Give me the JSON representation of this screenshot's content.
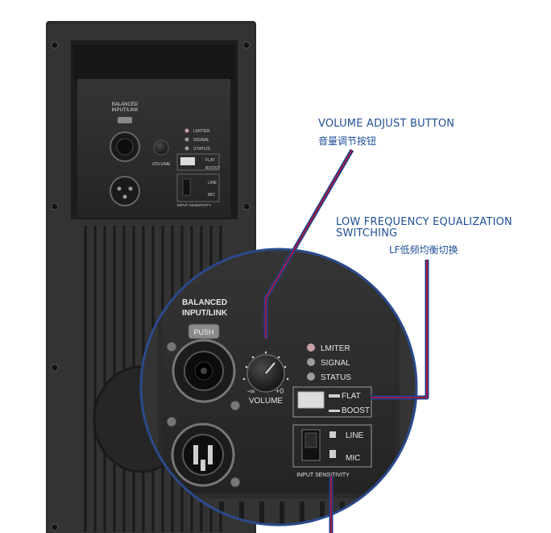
{
  "panel": {
    "balanced_line1": "BALANCED",
    "balanced_line2": "INPUT/LINK",
    "push": "PUSH",
    "volume": "VOLUME",
    "volume_min": "-∞",
    "volume_max": "+0",
    "limiter": "LMITER",
    "signal": "SIGNAL",
    "status": "STATUS",
    "flat": "FLAT",
    "boost": "BOOST",
    "line": "LINE",
    "mic": "MIC",
    "input_sensitivity": "INPUT SENSITIVITY"
  },
  "callouts": {
    "volume_title": "VOLUME ADJUST BUTTON",
    "volume_sub": "音量调节按钮",
    "lf_title_line1": "LOW FREQUENCY EQUALIZATION",
    "lf_title_line2": "SWITCHING",
    "lf_sub": "LF低频均衡切换"
  },
  "colors": {
    "callout_text": "#1f4f97",
    "callout_line": "#1f3f8f",
    "callout_line_accent": "#c0122a",
    "speaker_body": "#2a2a2a",
    "led_limiter": "#c9a0a6",
    "led_signal": "#9c9c9c",
    "led_status": "#9c9c9c"
  }
}
